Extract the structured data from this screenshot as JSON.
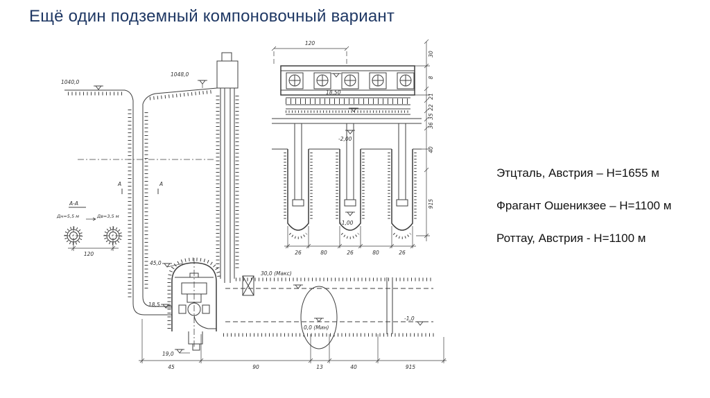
{
  "slide": {
    "title": "Ещё один подземный компоновочный вариант",
    "annotations": [
      "Этцталь, Австрия – Н=1655 м",
      "Фрагант Ошеникзее – Н=1100 м",
      "Роттау, Австрия - Н=1100 м"
    ]
  },
  "colors": {
    "title": "#1f3864",
    "ink": "#3d3d3d",
    "background": "#ffffff"
  },
  "drawing": {
    "section": {
      "elev_top_left": "1040,0",
      "elev_top_right": "1048,0",
      "section_marker": "А",
      "detail_title": "А-А",
      "outer_diameter": "Дн=5,5 м",
      "inner_diameter": "Дв=3,5 м",
      "detail_width": "120",
      "elev_cavern_top": "45,0",
      "elev_cavern_mid": "18,5",
      "elev_cavern_bottom": "19,0",
      "tailwater_max": "30,0 (Макс)",
      "tailwater_min": "0,0 (Мин)",
      "elev_tunnel_end": "-1,0",
      "dims_bottom": [
        "45",
        "90",
        "13",
        "40",
        "915"
      ]
    },
    "plan": {
      "dim_width": "120",
      "elev_hall": "18,50",
      "elev_gallery": "-2,00",
      "elev_chamber": "-1,00",
      "dims_bottom": [
        "26",
        "80",
        "26",
        "80",
        "26"
      ],
      "dims_right": [
        "30",
        "8",
        "21",
        "22",
        "35",
        "36",
        "40",
        "915"
      ]
    }
  }
}
